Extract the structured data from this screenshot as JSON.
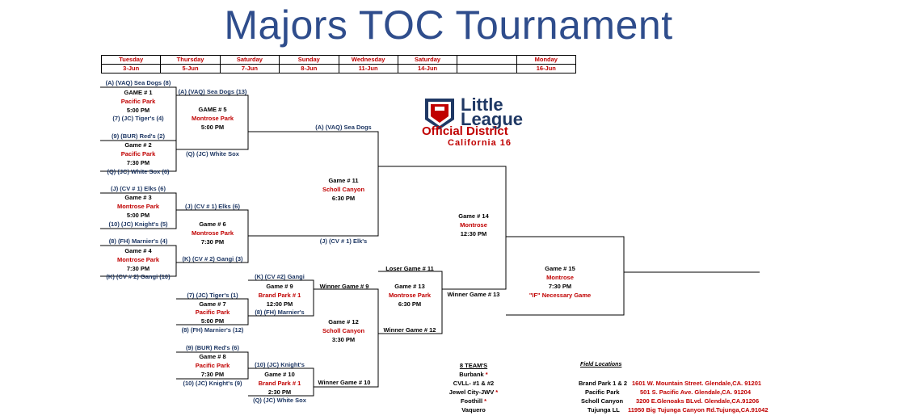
{
  "title": "Majors TOC Tournament",
  "dates": [
    {
      "day": "Tuesday",
      "date": "3-Jun"
    },
    {
      "day": "Thursday",
      "date": "5-Jun"
    },
    {
      "day": "Saturday",
      "date": "7-Jun"
    },
    {
      "day": "Sunday",
      "date": "8-Jun"
    },
    {
      "day": "Wednesday",
      "date": "11-Jun"
    },
    {
      "day": "Saturday",
      "date": "14-Jun"
    },
    {
      "day": "",
      "date": ""
    },
    {
      "day": "Monday",
      "date": "16-Jun"
    }
  ],
  "g1": {
    "top": "(A) (VAQ) Sea Dogs (8)",
    "game": "GAME # 1",
    "loc": "Pacific Park",
    "time": "5:00 PM",
    "bot": "(7) (JC) Tiger's (4)"
  },
  "g2": {
    "top": "(9) (BUR) Red's (2)",
    "game": "Game # 2",
    "loc": "Pacific Park",
    "time": "7:30 PM",
    "bot": "(Q) (JC) White Sox (6)"
  },
  "g3": {
    "top": "(J) (CV # 1) Elks (6)",
    "game": "Game # 3",
    "loc": "Montrose Park",
    "time": "5:00 PM",
    "bot": "(10) (JC) Knight's (5)"
  },
  "g4": {
    "top": "(8) (FH) Marnier's (4)",
    "game": "Game # 4",
    "loc": "Montrose Park",
    "time": "7:30 PM",
    "bot": "(K) (CV # 2) Gangi (10)"
  },
  "g5": {
    "top": "(A) (VAQ) Sea Dogs (13)",
    "game": "GAME # 5",
    "loc": "Montrose Park",
    "time": "5:00 PM",
    "bot": "(Q) (JC) White Sox"
  },
  "g6": {
    "top": "(J) (CV # 1) Elks (6)",
    "game": "Game # 6",
    "loc": "Montrose Park",
    "time": "7:30 PM",
    "bot": "(K) (CV # 2) Gangi (3)"
  },
  "g7": {
    "top": "(7) (JC) Tiger's (1)",
    "game": "Game # 7",
    "loc": "Pacific Park",
    "time": "5:00 PM",
    "bot": "(8) (FH) Marnier's (12)"
  },
  "g8": {
    "top": "(9) (BUR) Red's (6)",
    "game": "Game # 8",
    "loc": "Pacific Park",
    "time": "7:30 PM",
    "bot": "(10) (JC) Knight's (9)"
  },
  "g9": {
    "top": "(K) (CV #2) Gangi",
    "game": "Game # 9",
    "loc": "Brand Park # 1",
    "time": "12:00 PM",
    "bot": "(8) (FH) Marnier's"
  },
  "g10": {
    "top": "(10) (JC) Knight's",
    "game": "Game # 10",
    "loc": "Brand Park # 1",
    "time": "2:30 PM",
    "bot": "(Q) (JC) White Sox"
  },
  "g11": {
    "top": "(A) (VAQ) Sea Dogs",
    "game": "Game # 11",
    "loc": "Scholl Canyon",
    "time": "6:30 PM",
    "bot": "(J) (CV # 1) Elk's"
  },
  "g12": {
    "top": "Winner Game # 9",
    "game": "Game # 12",
    "loc": "Scholl Canyon",
    "time": "3:30 PM",
    "bot": "Winner Game # 10"
  },
  "g13": {
    "top": "Loser Game # 11",
    "game": "Game # 13",
    "loc": "Montrose Park",
    "time": "6:30 PM",
    "bot": "Winner Game # 12"
  },
  "g14": {
    "game": "Game # 14",
    "loc": "Montrose",
    "time": "12:30 PM",
    "bot": "Winner Game # 13"
  },
  "g15": {
    "game": "Game # 15",
    "loc": "Montrose",
    "time": "7:30 PM",
    "note": "\"IF\" Necessary Game"
  },
  "logo": {
    "line1": "Little",
    "line2": "League",
    "line3": "Official District",
    "line4": "California 16"
  },
  "teams": {
    "title": "8 TEAM'S",
    "items": [
      {
        "name": "Burbank",
        "mark": "*"
      },
      {
        "name": "CVLL- #1 & #2",
        "mark": ""
      },
      {
        "name": "Jewel City-JWV",
        "mark": "*"
      },
      {
        "name": "Foothill",
        "mark": "*"
      },
      {
        "name": "Vaquero",
        "mark": ""
      }
    ]
  },
  "fields": {
    "title": "Field Locations",
    "items": [
      {
        "name": "Brand Park 1 & 2",
        "addr": "1601 W. Mountain Street. Glendale,CA. 91201"
      },
      {
        "name": "Pacific Park",
        "addr": "501 S. Pacific Ave. Glendale,CA. 91204"
      },
      {
        "name": "Scholl Canyon",
        "addr": "3200 E.Glenoaks BLvd. Glendale,CA.91206"
      },
      {
        "name": "Tujunga LL",
        "addr": "11950 Big Tujunga Canyon Rd.Tujunga,CA.91042"
      }
    ]
  },
  "colors": {
    "title": "#2f4d8c",
    "team": "#1f3864",
    "accent": "#c00000"
  }
}
